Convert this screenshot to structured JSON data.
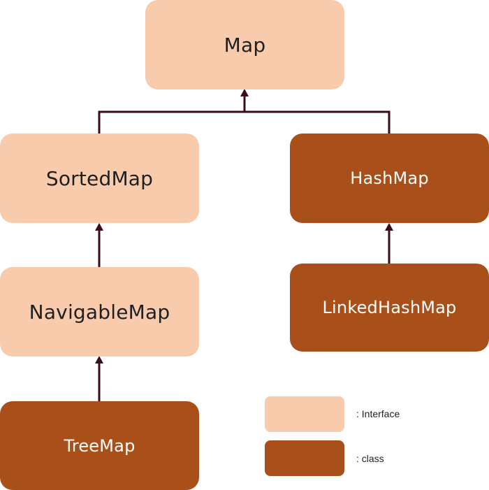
{
  "nodes": {
    "map": {
      "label": "Map",
      "kind": "interface"
    },
    "sorted_map": {
      "label": "SortedMap",
      "kind": "interface"
    },
    "navigable_map": {
      "label": "NavigableMap",
      "kind": "interface"
    },
    "tree_map": {
      "label": "TreeMap",
      "kind": "class"
    },
    "hash_map": {
      "label": "HashMap",
      "kind": "class"
    },
    "linked_hash_map": {
      "label": "LinkedHashMap",
      "kind": "class"
    }
  },
  "edges": [
    {
      "from": "sorted_map",
      "to": "map"
    },
    {
      "from": "hash_map",
      "to": "map"
    },
    {
      "from": "navigable_map",
      "to": "sorted_map"
    },
    {
      "from": "tree_map",
      "to": "navigable_map"
    },
    {
      "from": "linked_hash_map",
      "to": "hash_map"
    }
  ],
  "legend": {
    "interface_label": ": Interface",
    "class_label": ": class"
  },
  "colors": {
    "interface": "#f8cbad",
    "class": "#a9501a",
    "connector": "#3a0a1e"
  }
}
